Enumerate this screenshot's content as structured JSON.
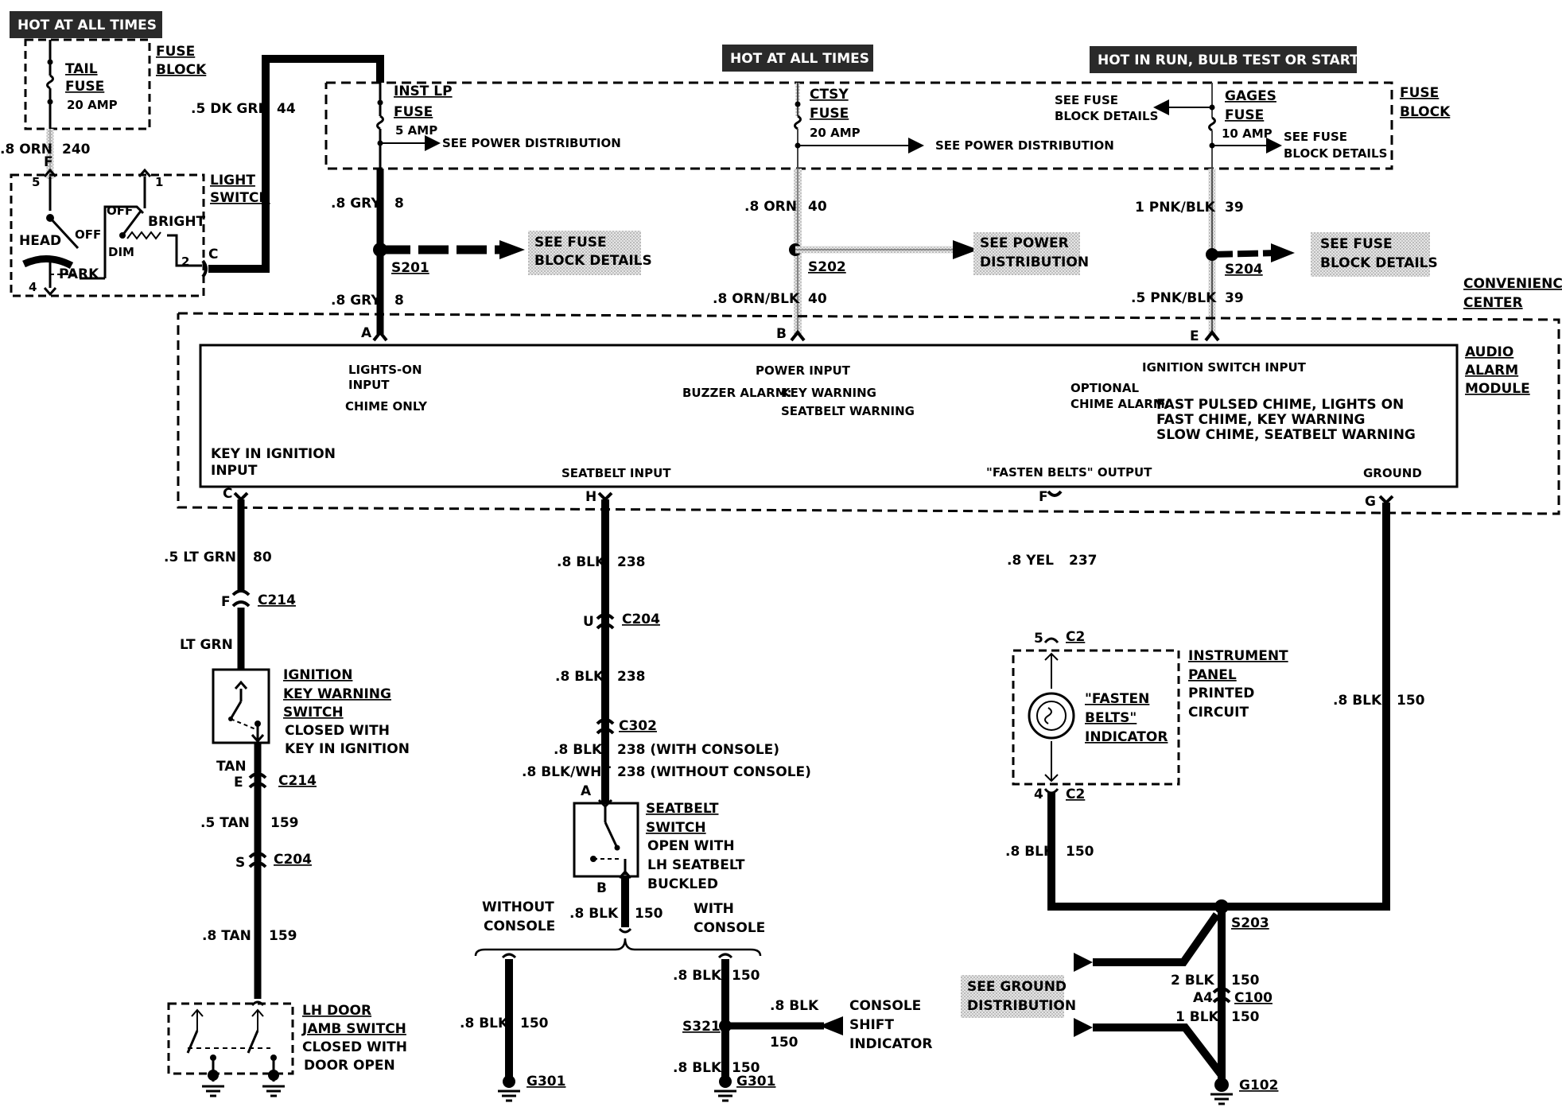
{
  "banners": {
    "hot_left": "HOT AT ALL TIMES",
    "hot_mid": "HOT AT ALL TIMES",
    "hot_right": "HOT IN RUN,  BULB TEST OR START"
  },
  "fuse_block_left": {
    "label1": "FUSE",
    "label2": "BLOCK",
    "fuse_name1": "TAIL",
    "fuse_name2": "FUSE",
    "fuse_amp": "20 AMP"
  },
  "fuse_block_main": {
    "label1": "FUSE",
    "label2": "BLOCK",
    "inst_lp1": "INST LP",
    "inst_lp2": "FUSE",
    "inst_lp_amp": "5 AMP",
    "ctsy1": "CTSY",
    "ctsy2": "FUSE",
    "ctsy_amp": "20 AMP",
    "gages1": "GAGES",
    "gages2": "FUSE",
    "gages_amp": "10 AMP",
    "see_pd_1": "SEE POWER DISTRIBUTION",
    "see_pd_2": "SEE POWER DISTRIBUTION",
    "see_fuse_l1": "SEE FUSE",
    "see_fuse_l2": "BLOCK DETAILS",
    "see_fuse_r1": "SEE FUSE",
    "see_fuse_r2": "BLOCK DETAILS"
  },
  "light_switch": {
    "label1": "LIGHT",
    "label2": "SWITCH",
    "head": "HEAD",
    "off": "OFF",
    "park": "PARK",
    "off2": "OFF",
    "bright": "BRIGHT",
    "dim": "DIM",
    "pin5": "5",
    "pin4": "4",
    "pin1": "1",
    "pin2": "2",
    "pinC": "C",
    "pinF": "F"
  },
  "wires": {
    "w240_gauge": ".8 ORN",
    "w240_num": "240",
    "w44_gauge": ".5 DK GRN",
    "w44_num": "44",
    "w8a_gauge": ".8 GRY",
    "w8a_num": "8",
    "w8b_gauge": ".8 GRY",
    "w8b_num": "8",
    "w40a_gauge": ".8 ORN",
    "w40a_num": "40",
    "w40b_gauge": ".8 ORN/BLK",
    "w40b_num": "40",
    "w39a_gauge": "1 PNK/BLK",
    "w39a_num": "39",
    "w39b_gauge": ".5 PNK/BLK",
    "w39b_num": "39",
    "w80_gauge": ".5 LT GRN",
    "w80_num": "80",
    "ltgrn": "LT GRN",
    "tan": "TAN",
    "w159a_gauge": ".5 TAN",
    "w159a_num": "159",
    "w159b_gauge": ".8 TAN",
    "w159b_num": "159",
    "w238a_gauge": ".8 BLK",
    "w238a_num": "238",
    "w238b_gauge": ".8 BLK",
    "w238b_num": "238",
    "w238c_gauge": ".8 BLK",
    "w238c_num": "238 (WITH CONSOLE)",
    "w238d_gauge": ".8 BLK/WHT",
    "w238d_num": "238 (WITHOUT CONSOLE)",
    "w150a_gauge": ".8 BLK",
    "w150a_num": "150",
    "w150b_gauge": ".8 BLK",
    "w150b_num": "150",
    "w150c_gauge": ".8 BLK",
    "w150c_num": "150",
    "w150d_gauge": ".8 BLK",
    "w150d_num": "150",
    "w150e_gauge": ".8 BLK",
    "w150e_num": "150",
    "w150f_gauge": ".8 BLK",
    "w150f_num": "150",
    "w150g_gauge": ".8 BLK",
    "w150g_num": "150",
    "w237_gauge": ".8 YEL",
    "w237_num": "237",
    "w150h_gauge": "2 BLK",
    "w150h_num": "150",
    "w150i_gauge": "1 BLK",
    "w150i_num": "150"
  },
  "splices": {
    "s201": "S201",
    "s202": "S202",
    "s204": "S204",
    "s203": "S203",
    "s321": "S321",
    "see_fuse_a1": "SEE FUSE",
    "see_fuse_a2": "BLOCK DETAILS",
    "see_pd_a1": "SEE POWER",
    "see_pd_a2": "DISTRIBUTION",
    "see_fuse_b1": "SEE FUSE",
    "see_fuse_b2": "BLOCK DETAILS"
  },
  "module": {
    "cc1": "CONVENIENCE",
    "cc2": "CENTER",
    "aam1": "AUDIO",
    "aam2": "ALARM",
    "aam3": "MODULE",
    "pinA": "A",
    "pinB": "B",
    "pinE": "E",
    "pinC": "C",
    "pinH": "H",
    "pinF": "F",
    "pinG": "G",
    "lights_on1": "LIGHTS-ON",
    "lights_on2": "INPUT",
    "chime_only": "CHIME ONLY",
    "power_input": "POWER INPUT",
    "buzzer": "BUZZER ALARM:",
    "buzzer_key": "KEY WARNING",
    "buzzer_seat": "SEATBELT WARNING",
    "ign_input": "IGNITION SWITCH INPUT",
    "opt1": "OPTIONAL",
    "opt2": "CHIME ALARM:",
    "opt_a": "FAST PULSED CHIME, LIGHTS ON",
    "opt_b": "FAST CHIME, KEY WARNING",
    "opt_c": "SLOW CHIME, SEATBELT WARNING",
    "key_in1": "KEY IN IGNITION",
    "key_in2": "INPUT",
    "seatbelt_in": "SEATBELT INPUT",
    "fasten_out": "\"FASTEN BELTS\" OUTPUT",
    "ground": "GROUND"
  },
  "connectors": {
    "c214a_pin": "F",
    "c214a": "C214",
    "c214b_pin": "E",
    "c214b": "C214",
    "c204a_pin": "S",
    "c204a": "C204",
    "c204b_pin": "U",
    "c204b": "C204",
    "c302": "C302",
    "c2a_pin": "5",
    "c2a": "C2",
    "c2b_pin": "4",
    "c2b": "C2",
    "c100_pin": "A4",
    "c100": "C100"
  },
  "components": {
    "ign1": "IGNITION",
    "ign2": "KEY WARNING",
    "ign3": "SWITCH",
    "ign4": "CLOSED WITH",
    "ign5": "KEY IN IGNITION",
    "door1": "LH DOOR",
    "door2": "JAMB SWITCH",
    "door3": "CLOSED WITH",
    "door4": "DOOR OPEN",
    "sb_pinA": "A",
    "sb_pinB": "B",
    "sb1": "SEATBELT",
    "sb2": "SWITCH",
    "sb3": "OPEN WITH",
    "sb4": "LH SEATBELT",
    "sb5": "BUCKLED",
    "wo1": "WITHOUT",
    "wo2": "CONSOLE",
    "wi1": "WITH",
    "wi2": "CONSOLE",
    "csi1": "CONSOLE",
    "csi2": "SHIFT",
    "csi3": "INDICATOR",
    "ipc1": "INSTRUMENT",
    "ipc2": "PANEL",
    "ipc3": "PRINTED",
    "ipc4": "CIRCUIT",
    "fb1": "\"FASTEN",
    "fb2": "BELTS\"",
    "fb3": "INDICATOR",
    "see_gnd1": "SEE GROUND",
    "see_gnd2": "DISTRIBUTION",
    "g301a": "G301",
    "g301b": "G301",
    "g102": "G102"
  }
}
